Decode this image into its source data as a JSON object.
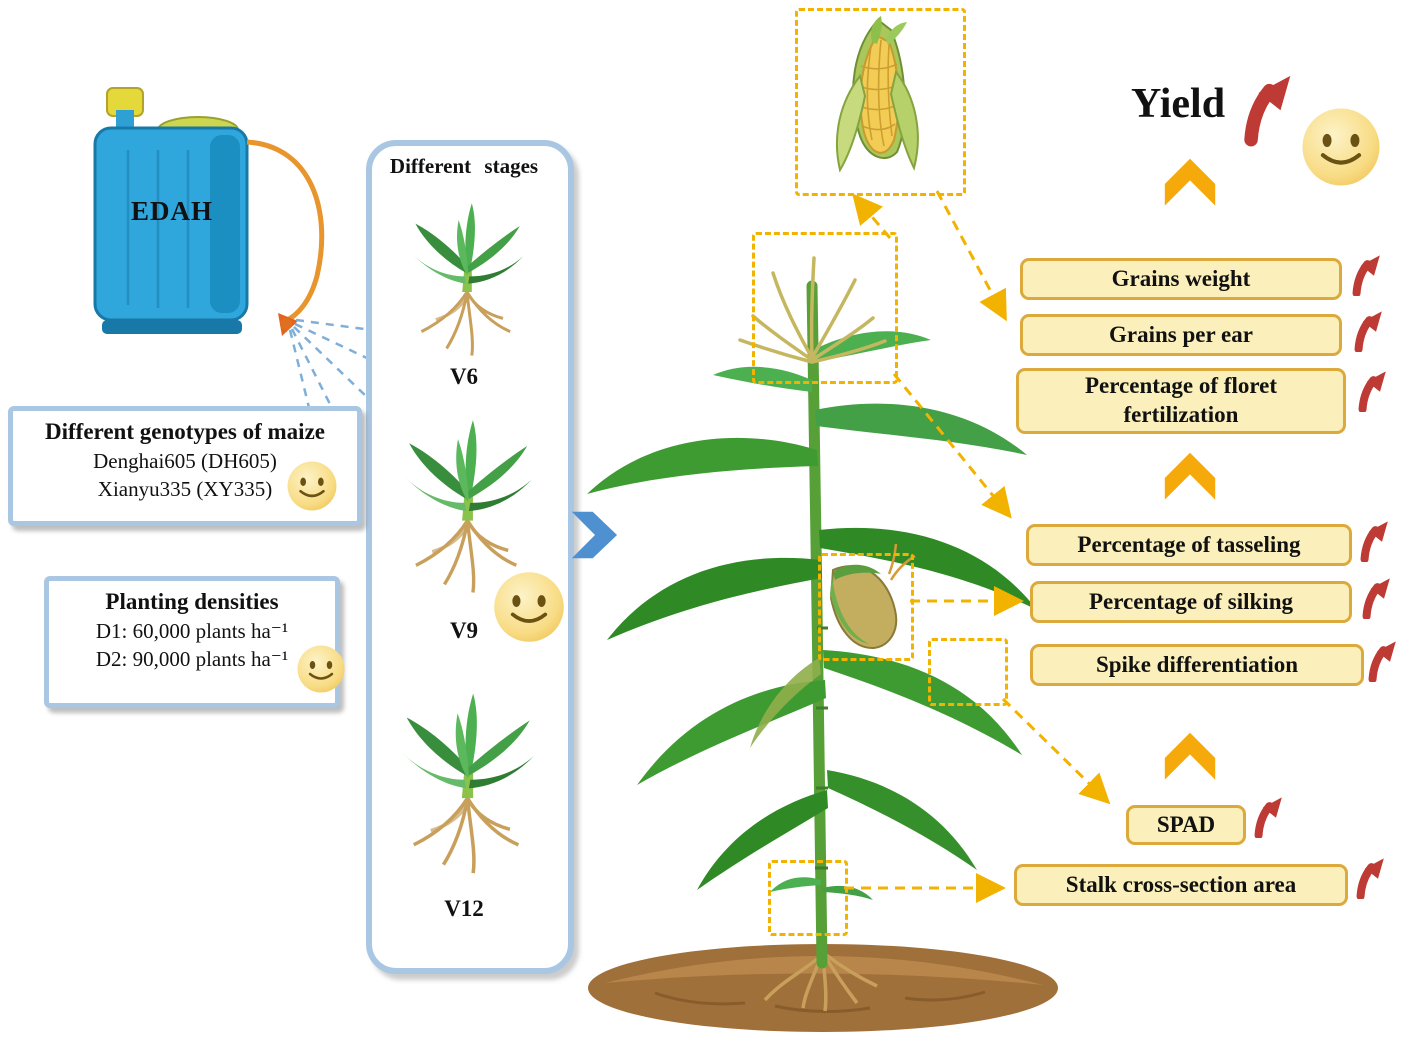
{
  "sprayer": {
    "label": "EDAH"
  },
  "genotypes": {
    "title": "Different genotypes of maize",
    "line1": "Denghai605 (DH605)",
    "line2": "Xianyu335 (XY335)"
  },
  "densities": {
    "title": "Planting densities",
    "line1": "D1: 60,000 plants ha⁻¹",
    "line2": "D2: 90,000 plants ha⁻¹"
  },
  "stages": {
    "title": "Different stages",
    "v6": "V6",
    "v9": "V9",
    "v12": "V12"
  },
  "yield_label": "Yield",
  "outcomes": {
    "grains_weight": "Grains weight",
    "grains_per_ear": "Grains per ear",
    "floret": "Percentage of floret fertilization",
    "tasseling": "Percentage of tasseling",
    "silking": "Percentage of silking",
    "spike": "Spike differentiation",
    "spad": "SPAD",
    "stalk": "Stalk cross-section area"
  },
  "icons": {
    "smiley": "smiling face",
    "red_arrow": "red upward increase arrow",
    "gold_chevron": "gold upward chevron",
    "blue_chevron": "blue rightward chevron",
    "sprayer": "knapsack pesticide sprayer",
    "corn_ear": "maize ear",
    "maize_plant": "maize plant",
    "seedling": "maize seedling"
  },
  "colors": {
    "label_fill": "#FBF0BB",
    "label_border": "#DCA93C",
    "dashed_highlight": "#F2B200",
    "panel_border": "#A9C6E2",
    "red_arrow": "#BE3A34",
    "gold_chevron": "#F6A90B",
    "blue_chevron": "#4E90D0",
    "tank_blue": "#2FA6DC"
  }
}
